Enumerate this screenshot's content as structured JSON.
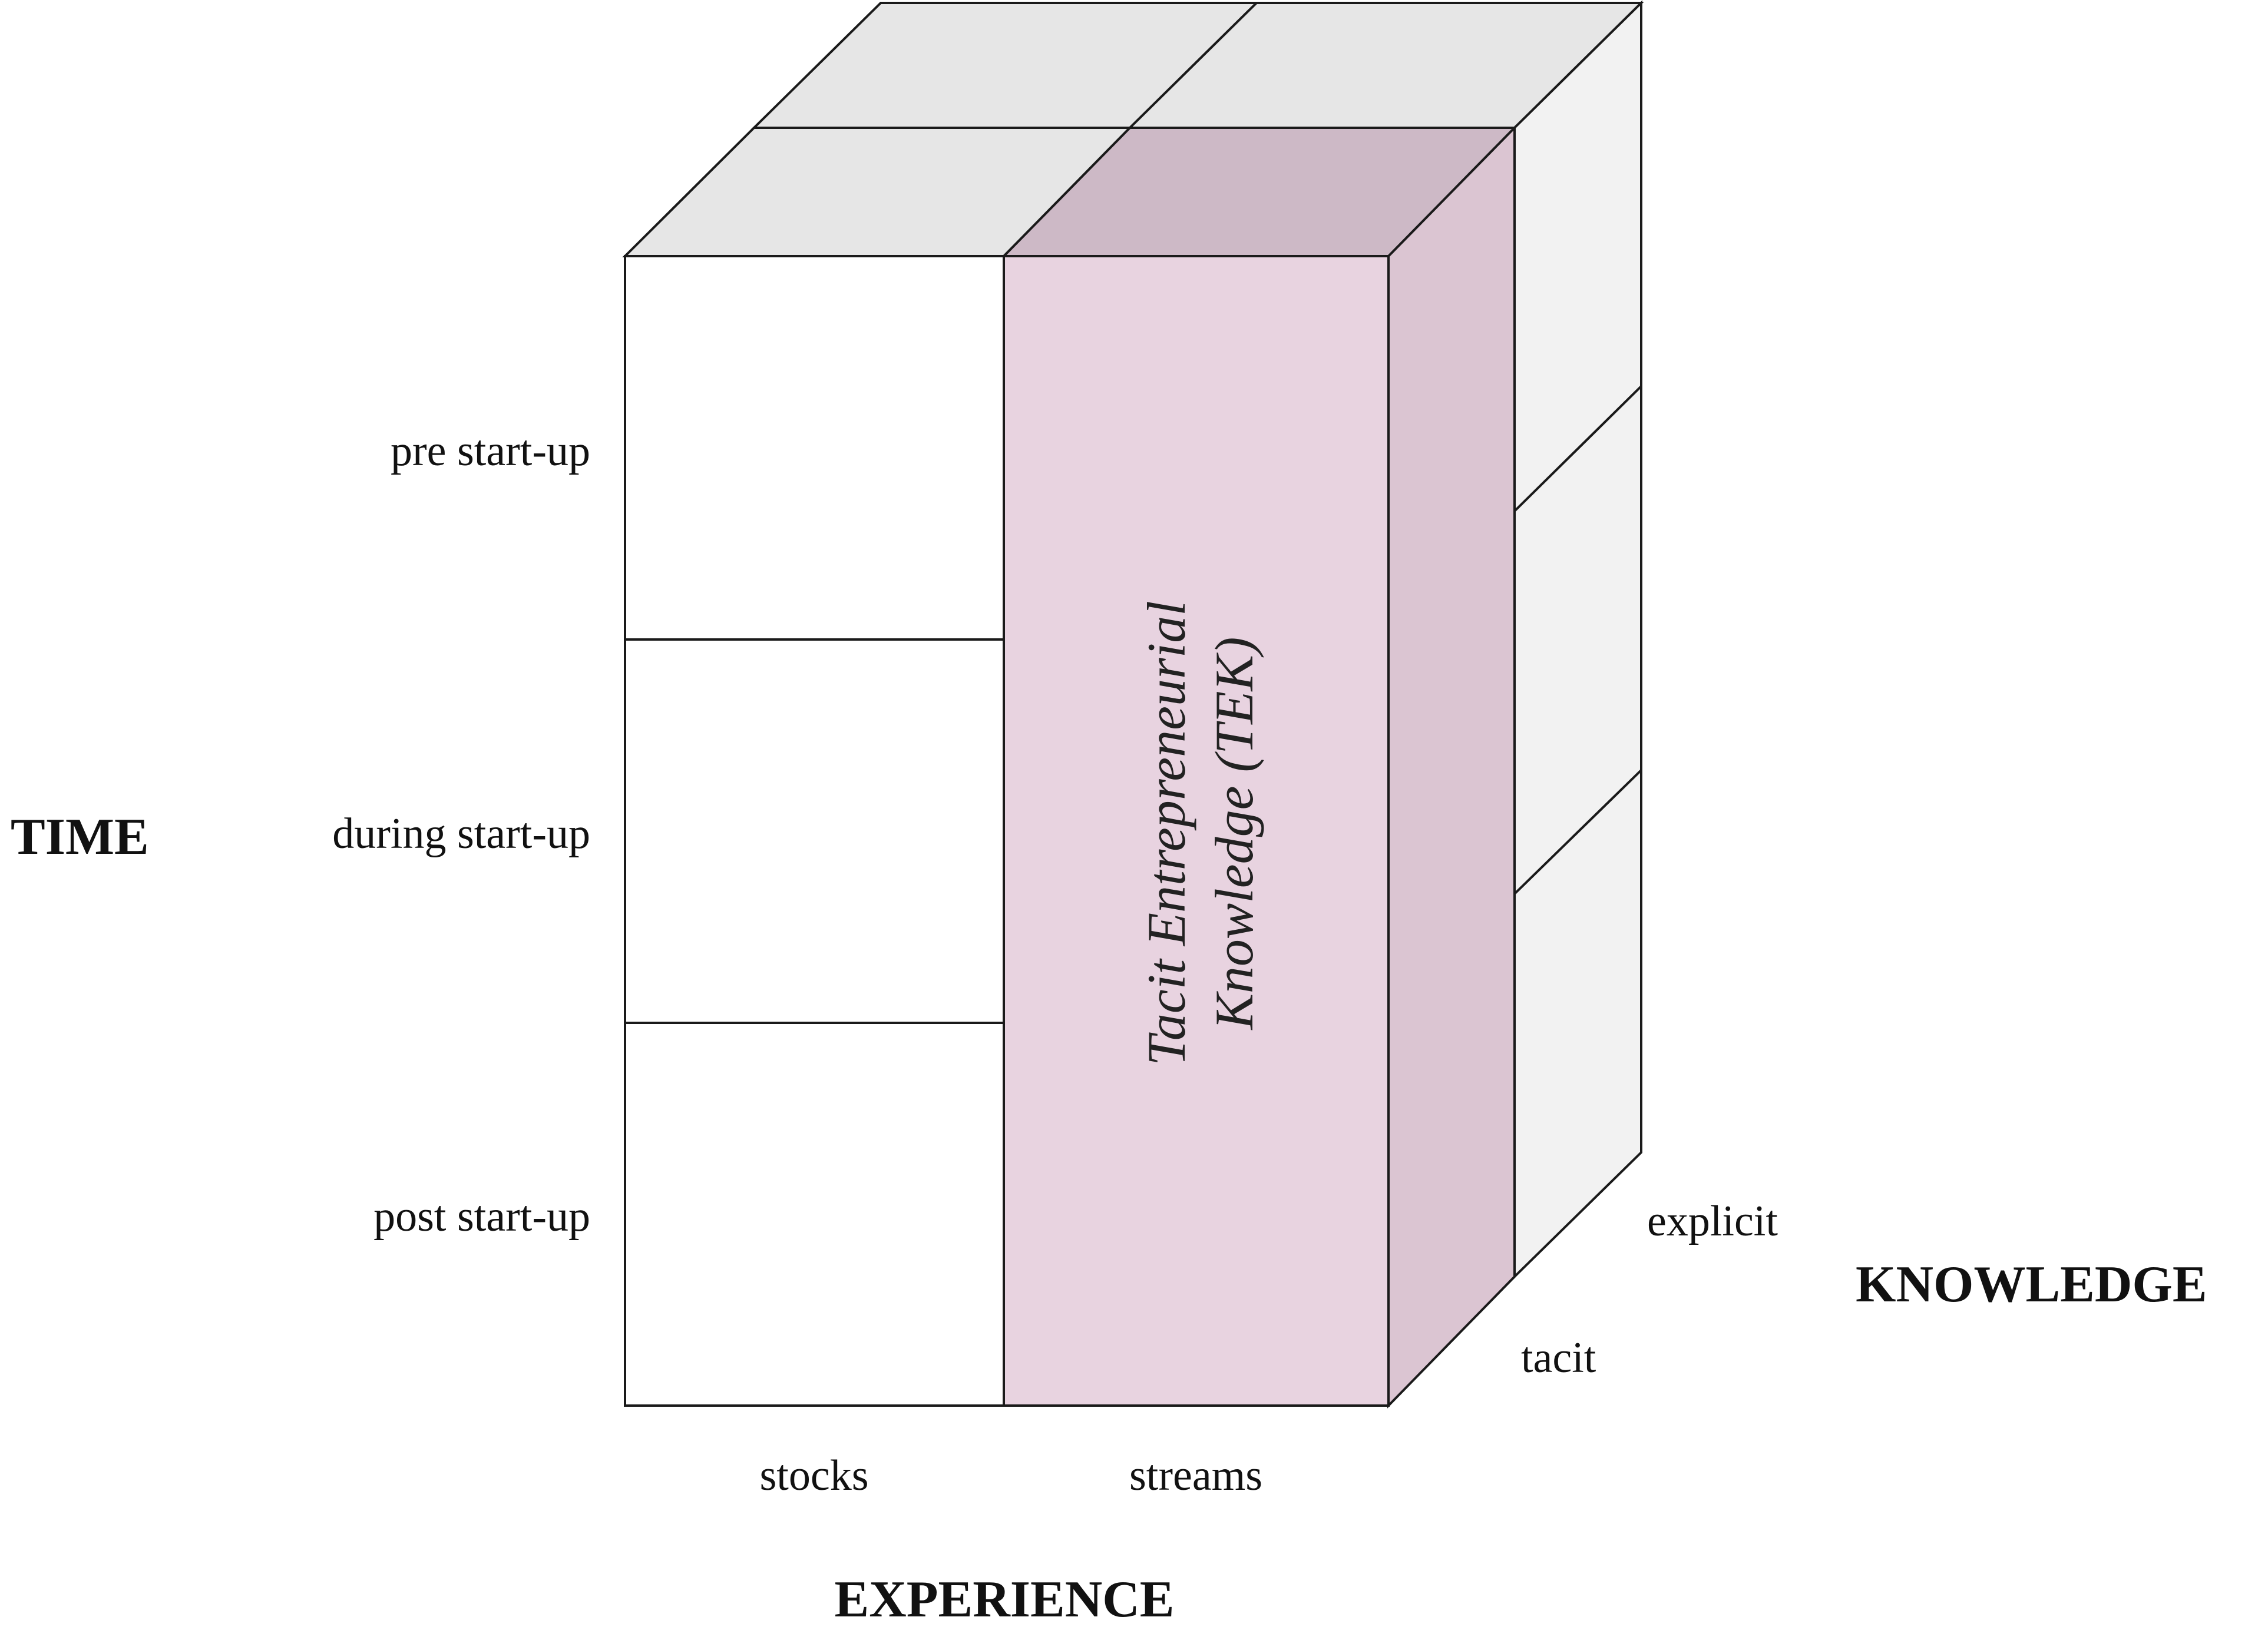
{
  "diagram": {
    "axes": {
      "time": {
        "title": "TIME",
        "levels": [
          "pre start-up",
          "during start-up",
          "post start-up"
        ]
      },
      "experience": {
        "title": "EXPERIENCE",
        "levels": [
          "stocks",
          "streams"
        ]
      },
      "knowledge": {
        "title": "KNOWLEDGE",
        "levels": [
          "explicit",
          "tacit"
        ]
      }
    },
    "highlight": {
      "line1": "Tacit Entrepreneurial",
      "line2": "Knowledge (TEK)",
      "fill_front": "#e8d3e0",
      "fill_side": "#dbc5d2",
      "fill_top": "#cdb9c6"
    },
    "colors": {
      "front": "#ffffff",
      "top": "#e6e6e6",
      "side": "#f2f2f2",
      "stroke": "#1a1a1a"
    }
  }
}
